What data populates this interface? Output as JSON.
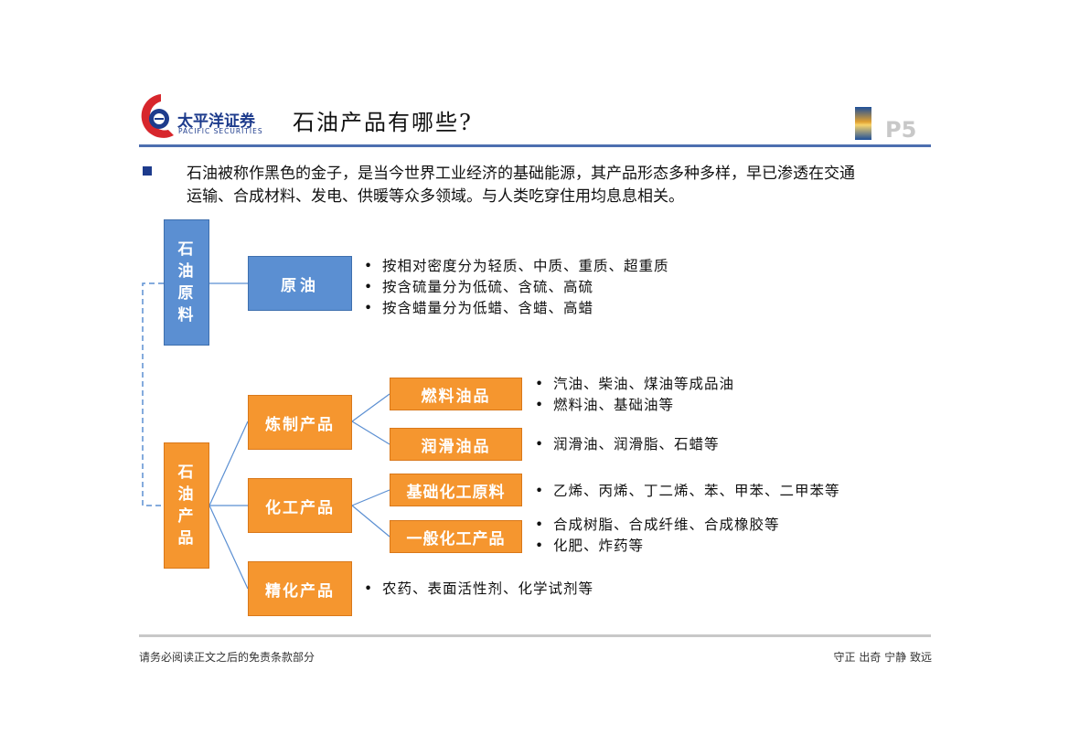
{
  "header": {
    "logo_text_cn": "太平洋证券",
    "logo_text_en": "PACIFIC SECURITIES",
    "title": "石油产品有哪些?",
    "page_label": "P5"
  },
  "intro": {
    "line1": "石油被称作黑色的金子，是当今世界工业经济的基础能源，其产品形态多种多样，早已渗透在交通",
    "line2": "运输、合成材料、发电、供暖等众多领域。与人类吃穿住用均息息相关。"
  },
  "diagram": {
    "raw_group": {
      "chars": [
        "石",
        "油",
        "原",
        "料"
      ]
    },
    "product_group": {
      "chars": [
        "石",
        "油",
        "产",
        "品"
      ]
    },
    "crude": {
      "label": "原油",
      "bullets": [
        "按相对密度分为轻质、中质、重质、超重质",
        "按含硫量分为低硫、含硫、高硫",
        "按含蜡量分为低蜡、含蜡、高蜡"
      ]
    },
    "refined": {
      "label": "炼制产品",
      "fuel": {
        "label": "燃料油品",
        "bullets": [
          "汽油、柴油、煤油等成品油",
          "燃料油、基础油等"
        ]
      },
      "lube": {
        "label": "润滑油品",
        "bullets": [
          "润滑油、润滑脂、石蜡等"
        ]
      }
    },
    "chemical": {
      "label": "化工产品",
      "basic": {
        "label": "基础化工原料",
        "bullets": [
          "乙烯、丙烯、丁二烯、苯、甲苯、二甲苯等"
        ]
      },
      "general": {
        "label": "一般化工产品",
        "bullets": [
          "合成树脂、合成纤维、合成橡胶等",
          "化肥、炸药等"
        ]
      }
    },
    "fine": {
      "label": "精化产品",
      "bullets": [
        "农药、表面活性剂、化学试剂等"
      ]
    }
  },
  "footer": {
    "disclaimer": "请务必阅读正文之后的免责条款部分",
    "motto": "守正 出奇 宁静 致远"
  },
  "colors": {
    "accent_blue": "#5b8fd2",
    "accent_orange": "#f5962f",
    "header_rule": "#4d6fb0",
    "brand_red": "#d7262c",
    "brand_navy": "#1d3b8c"
  }
}
